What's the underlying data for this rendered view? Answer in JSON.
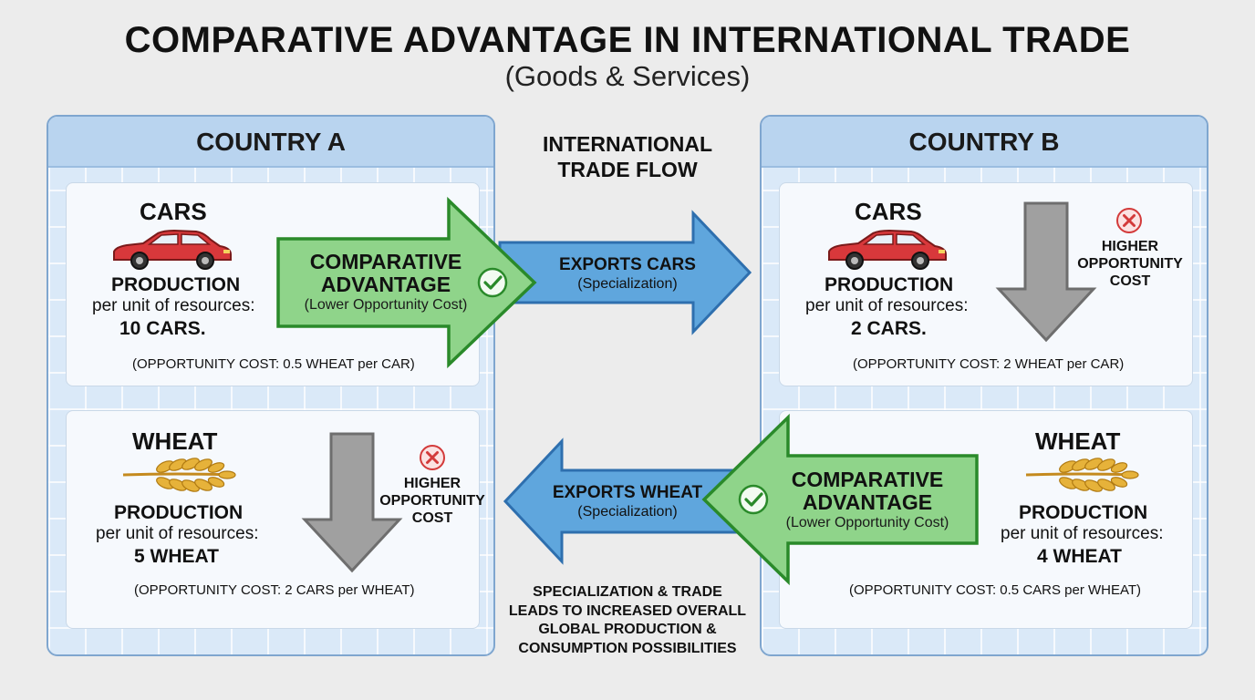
{
  "header": {
    "title": "COMPARATIVE ADVANTAGE IN INTERNATIONAL TRADE",
    "subtitle": "(Goods & Services)"
  },
  "country_a": {
    "name": "COUNTRY A",
    "cars": {
      "label": "CARS",
      "production_label": "PRODUCTION",
      "per_unit": "per unit of resources:",
      "amount": "10 CARS.",
      "opportunity_cost": "(OPPORTUNITY COST: 0.5 WHEAT per CAR)"
    },
    "wheat": {
      "label": "WHEAT",
      "production_label": "PRODUCTION",
      "per_unit": "per unit of resources:",
      "amount": "5 WHEAT",
      "opportunity_cost": "(OPPORTUNITY COST: 2 CARS per WHEAT)",
      "higher_cost": [
        "HIGHER",
        "OPPORTUNITY",
        "COST"
      ]
    },
    "advantage": {
      "line1": "COMPARATIVE",
      "line2": "ADVANTAGE",
      "note": "(Lower Opportunity Cost)"
    }
  },
  "country_b": {
    "name": "COUNTRY B",
    "cars": {
      "label": "CARS",
      "production_label": "PRODUCTION",
      "per_unit": "per unit of resources:",
      "amount": "2 CARS.",
      "opportunity_cost": "(OPPORTUNITY COST: 2 WHEAT per CAR)",
      "higher_cost": [
        "HIGHER",
        "OPPORTUNITY",
        "COST"
      ]
    },
    "wheat": {
      "label": "WHEAT",
      "production_label": "PRODUCTION",
      "per_unit": "per unit of resources:",
      "amount": "4 WHEAT",
      "opportunity_cost": "(OPPORTUNITY COST: 0.5 CARS per WHEAT)"
    },
    "advantage": {
      "line1": "COMPARATIVE",
      "line2": "ADVANTAGE",
      "note": "(Lower Opportunity Cost)"
    }
  },
  "trade": {
    "flow_title": [
      "INTERNATIONAL",
      "TRADE FLOW"
    ],
    "exports_cars": "EXPORTS CARS",
    "exports_cars_note": "(Specialization)",
    "exports_wheat": "EXPORTS WHEAT",
    "exports_wheat_note": "(Specialization)",
    "conclusion": [
      "SPECIALIZATION & TRADE",
      "LEADS TO INCREASED OVERALL",
      "GLOBAL PRODUCTION &",
      "CONSUMPTION POSSIBILITIES"
    ]
  },
  "colors": {
    "panel_border": "#7fa6cf",
    "advantage_green": "#8fd48a",
    "advantage_border": "#2a8a2a",
    "export_blue": "#5fa6dd",
    "cost_arrow_gray": "#a0a0a0",
    "x_badge_red": "#d33a3a",
    "car_red": "#d8383b",
    "wheat_gold": "#e6b23a"
  },
  "icons": [
    "car-icon",
    "wheat-icon",
    "check-icon",
    "x-icon",
    "down-arrow-icon"
  ]
}
